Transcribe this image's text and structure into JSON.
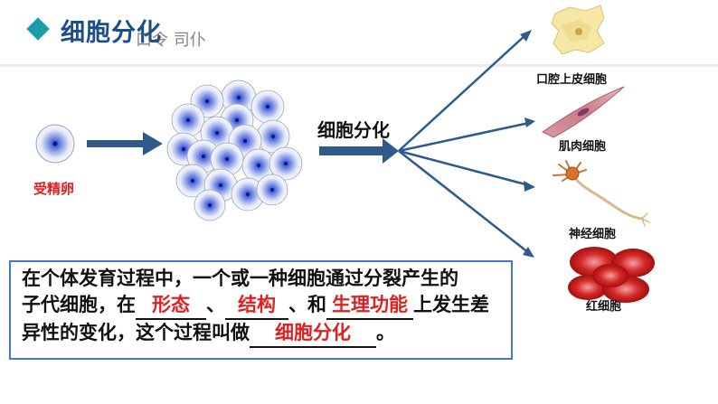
{
  "header": {
    "title": "细胞分化",
    "faded_text": "口令 司仆",
    "accent_color": "#1a9dab"
  },
  "diagram": {
    "zygote_label": "受精卵",
    "process_label": "细胞分化",
    "cell_types": [
      {
        "label": "口腔上皮细胞",
        "icon": "epithelial-cell-image"
      },
      {
        "label": "肌肉细胞",
        "icon": "muscle-cell-image"
      },
      {
        "label": "神经细胞",
        "icon": "nerve-cell-image"
      },
      {
        "label": "红细胞",
        "icon": "red-blood-cell-image"
      }
    ]
  },
  "definition": {
    "line1": "在个体发育过程中，一个或一种细胞通过分裂产生的",
    "line2_a": "子代细胞，在",
    "blank1": "形态",
    "sep1": "、",
    "blank2": "结构",
    "sep2": "、和",
    "blank3": "生理功能",
    "line2_b": "上发生差",
    "line3_a": "异性的变化，这个过程叫做",
    "blank4": "细胞分化",
    "line3_b": "。"
  },
  "colors": {
    "answer_red": "#e02020",
    "arrow_blue": "#2f5a8a",
    "box_border": "#4a78c8"
  }
}
